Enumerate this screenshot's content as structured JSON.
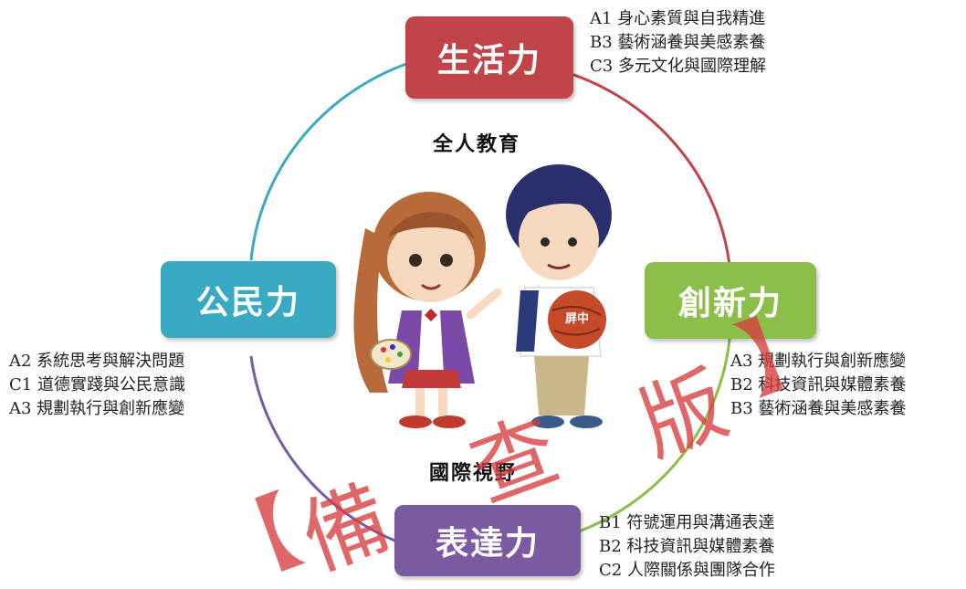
{
  "colors": {
    "top": "#c0444a",
    "left": "#3aa9c2",
    "right": "#8bbf4a",
    "bottom": "#7a5aa0",
    "watermark": "#d73c3c"
  },
  "nodes": {
    "top": {
      "label": "生活力"
    },
    "left": {
      "label": "公民力"
    },
    "right": {
      "label": "創新力"
    },
    "bottom": {
      "label": "表達力"
    }
  },
  "skills": {
    "top": [
      "A1 身心素質與自我精進",
      "B3 藝術涵養與美感素養",
      "C3 多元文化與國際理解"
    ],
    "left": [
      "A2 系統思考與解決問題",
      "C1 道德實踐與公民意識",
      "A3 規劃執行與創新應變"
    ],
    "right": [
      "A3 規劃執行與創新應變",
      "B2 科技資訊與媒體素養",
      "B3 藝術涵養與美感素養"
    ],
    "bottom": [
      "B1 符號運用與溝通表達",
      "B2 科技資訊與媒體素養",
      "C2 人際關係與團隊合作"
    ]
  },
  "center": {
    "top_label": "全人教育",
    "bottom_label": "國際視野",
    "ball_text": "屏中"
  },
  "watermark": {
    "bracket_open": "【",
    "chars": [
      "備",
      "查",
      "版"
    ],
    "bracket_close": "】"
  }
}
